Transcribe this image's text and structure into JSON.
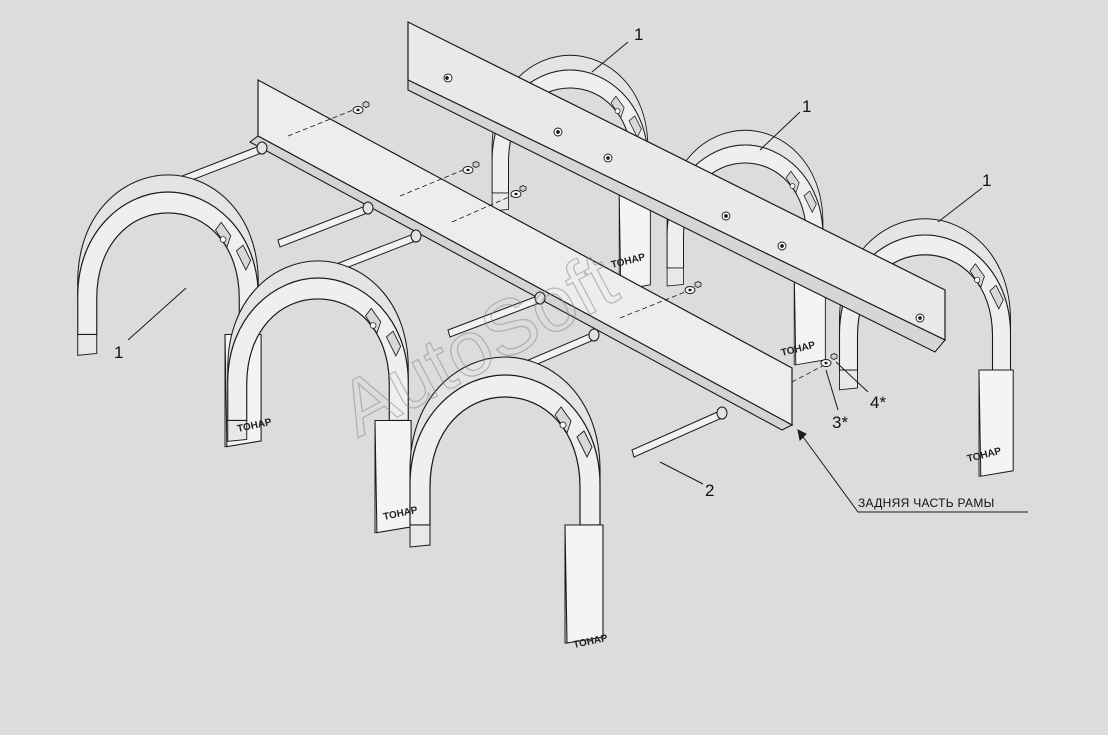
{
  "diagram": {
    "watermark": "AutoSoft",
    "callouts": {
      "fender_front_top": "1",
      "fender_middle_top": "1",
      "fender_rear_top": "1",
      "fender_left": "1",
      "rod": "2",
      "washer": "3*",
      "nut": "4*"
    },
    "frame_caption": "ЗАДНЯЯ ЧАСТЬ РАМЫ",
    "fender_brand": "ТОНАР",
    "colors": {
      "background": "#dcdcdc",
      "line": "#1a1a1a",
      "fender_fill": "#ececec",
      "fender_shadow": "#cfcfcf"
    }
  }
}
